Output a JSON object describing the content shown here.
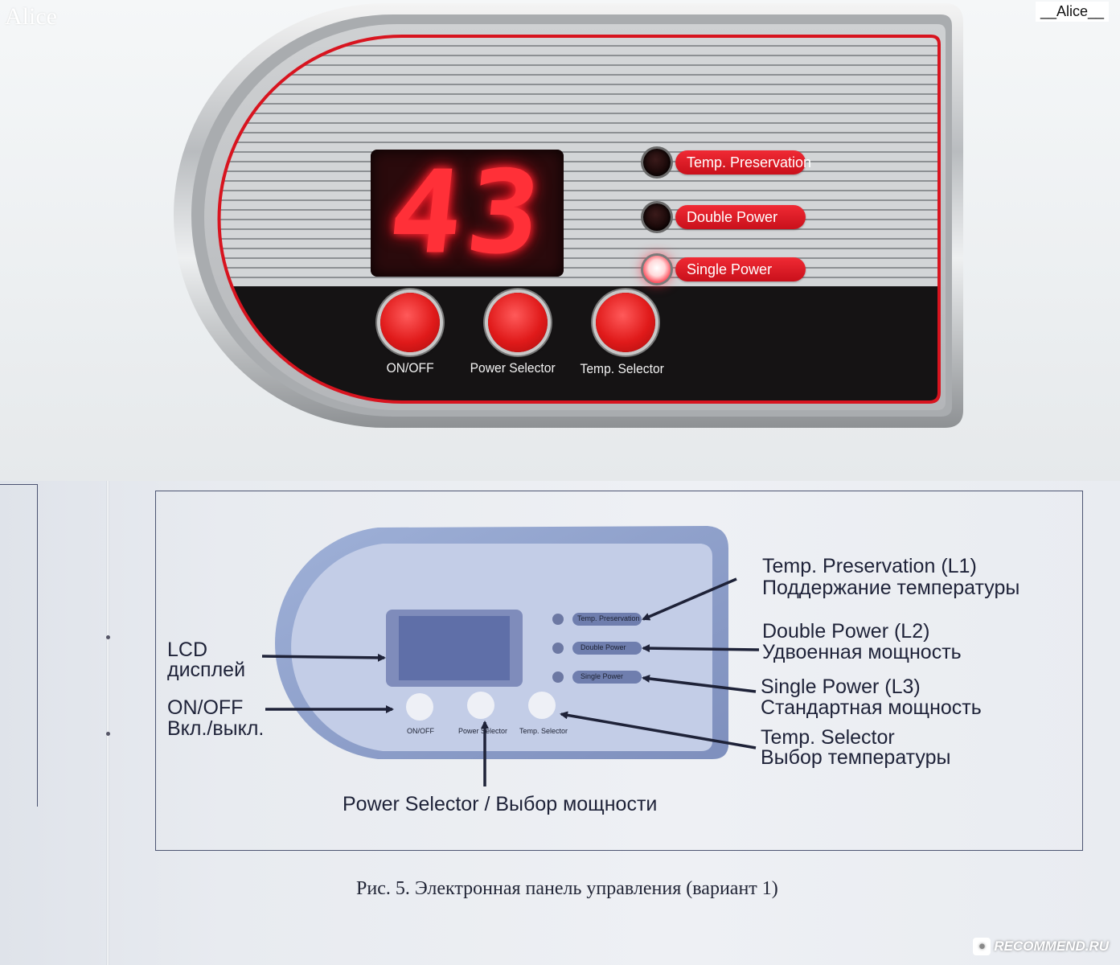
{
  "top_photo": {
    "watermark": "Alice",
    "user_tag": "__Alice__",
    "display_value": "43",
    "indicators": [
      {
        "label": "Temp. Preservation",
        "lit": false
      },
      {
        "label": "Double Power",
        "lit": false
      },
      {
        "label": "Single Power",
        "lit": true
      }
    ],
    "buttons": [
      {
        "label": "ON/OFF"
      },
      {
        "label": "Power Selector"
      },
      {
        "label": "Temp. Selector"
      }
    ]
  },
  "manual": {
    "panel_small_labels": {
      "indicators": [
        "Temp. Preservation",
        "Double Power",
        "Single Power"
      ],
      "buttons": [
        "ON/OFF",
        "Power Selector",
        "Temp. Selector"
      ]
    },
    "callouts": {
      "lcd": [
        "LCD",
        "дисплей"
      ],
      "onoff": [
        "ON/OFF",
        "Вкл./выкл."
      ],
      "temp_preservation": [
        "Temp. Preservation (L1)",
        "Поддержание температуры"
      ],
      "double_power": [
        "Double Power (L2)",
        "Удвоенная мощность"
      ],
      "single_power": [
        "Single Power (L3)",
        "Стандартная мощность"
      ],
      "temp_selector": [
        "Temp. Selector",
        "Выбор температуры"
      ],
      "power_selector": "Power Selector / Выбор мощности"
    },
    "caption": "Рис. 5. Электронная панель управления (вариант 1)"
  },
  "footer_logo": "RECOMMEND.RU",
  "colors": {
    "led_red": "#ff3038",
    "label_red": "#e01e29",
    "manual_ink": "#1e2238"
  }
}
